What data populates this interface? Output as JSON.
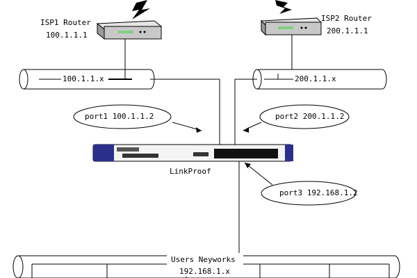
{
  "isp1": {
    "router_label": "ISP1 Router",
    "router_ip": "100.1.1.1",
    "segment_label": "100.1.1.x"
  },
  "isp2": {
    "router_label": "ISP2 Router",
    "router_ip": "200.1.1.1",
    "segment_label": "200.1.1.x"
  },
  "ports": {
    "port1": "port1 100.1.1.2",
    "port2": "port2 200.1.1.2",
    "port3": "port3 192.168.1.2"
  },
  "device": {
    "label": "LinkProof"
  },
  "users": {
    "title": "Users Neyworks",
    "subnet": "192.168.1.x"
  },
  "colors": {
    "line": "#000000",
    "router_body": "#c8c8c8",
    "device_accent": "#2a2f8c",
    "lightning": "#000000"
  }
}
